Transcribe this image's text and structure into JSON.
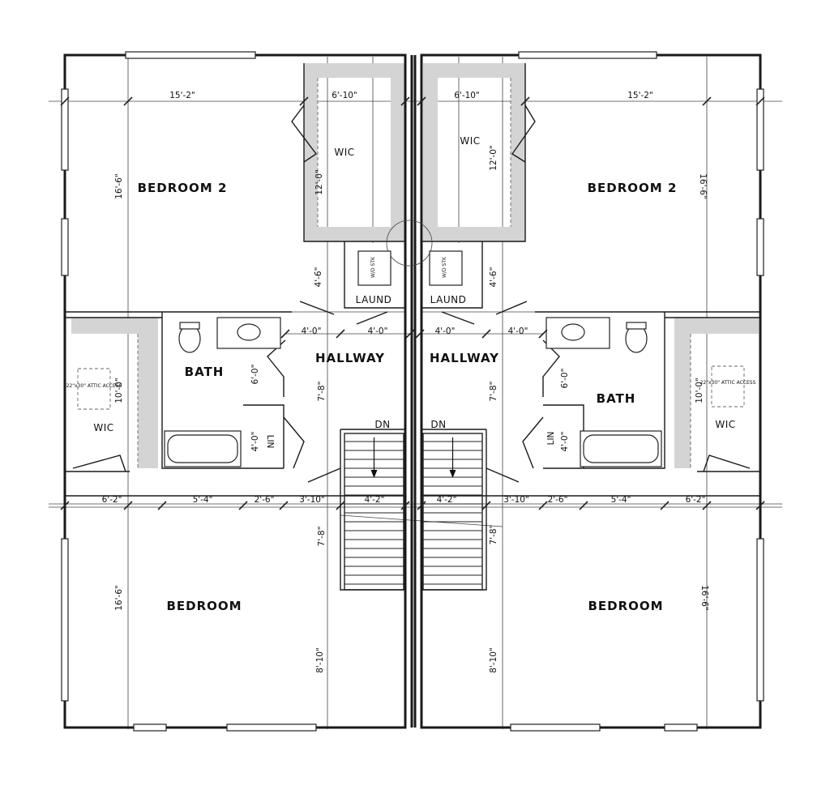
{
  "rooms": {
    "bedroom2": "BEDROOM 2",
    "bedroom": "BEDROOM",
    "bath": "BATH",
    "hallway": "HALLWAY",
    "wic": "WIC",
    "laund": "LAUND",
    "lin": "LIN",
    "dn": "DN",
    "wd_stk": "W/D STK",
    "attic": "22\"x30\" ATTIC ACCESS"
  },
  "dimensions": {
    "bedroom2_width": "15'-2\"",
    "bedroom2_depth": "16'-6\"",
    "wic_width": "6'-10\"",
    "wic_depth": "12'-0\"",
    "laund_depth": "4'-6\"",
    "hall_4ft": "4'-0\"",
    "bath_depth": "6'-0\"",
    "lin_depth": "4'-0\"",
    "hall_depth": "7'-8\"",
    "wic2_depth": "10'-0\"",
    "row_6_2": "6'-2\"",
    "row_5_4": "5'-4\"",
    "row_2_6": "2'-6\"",
    "row_3_10": "3'-10\"",
    "stair_width": "4'-2\"",
    "stair_depth": "7'-8\"",
    "bedroom_depth": "16'-6\"",
    "bedroom_8_10": "8'-10\""
  }
}
